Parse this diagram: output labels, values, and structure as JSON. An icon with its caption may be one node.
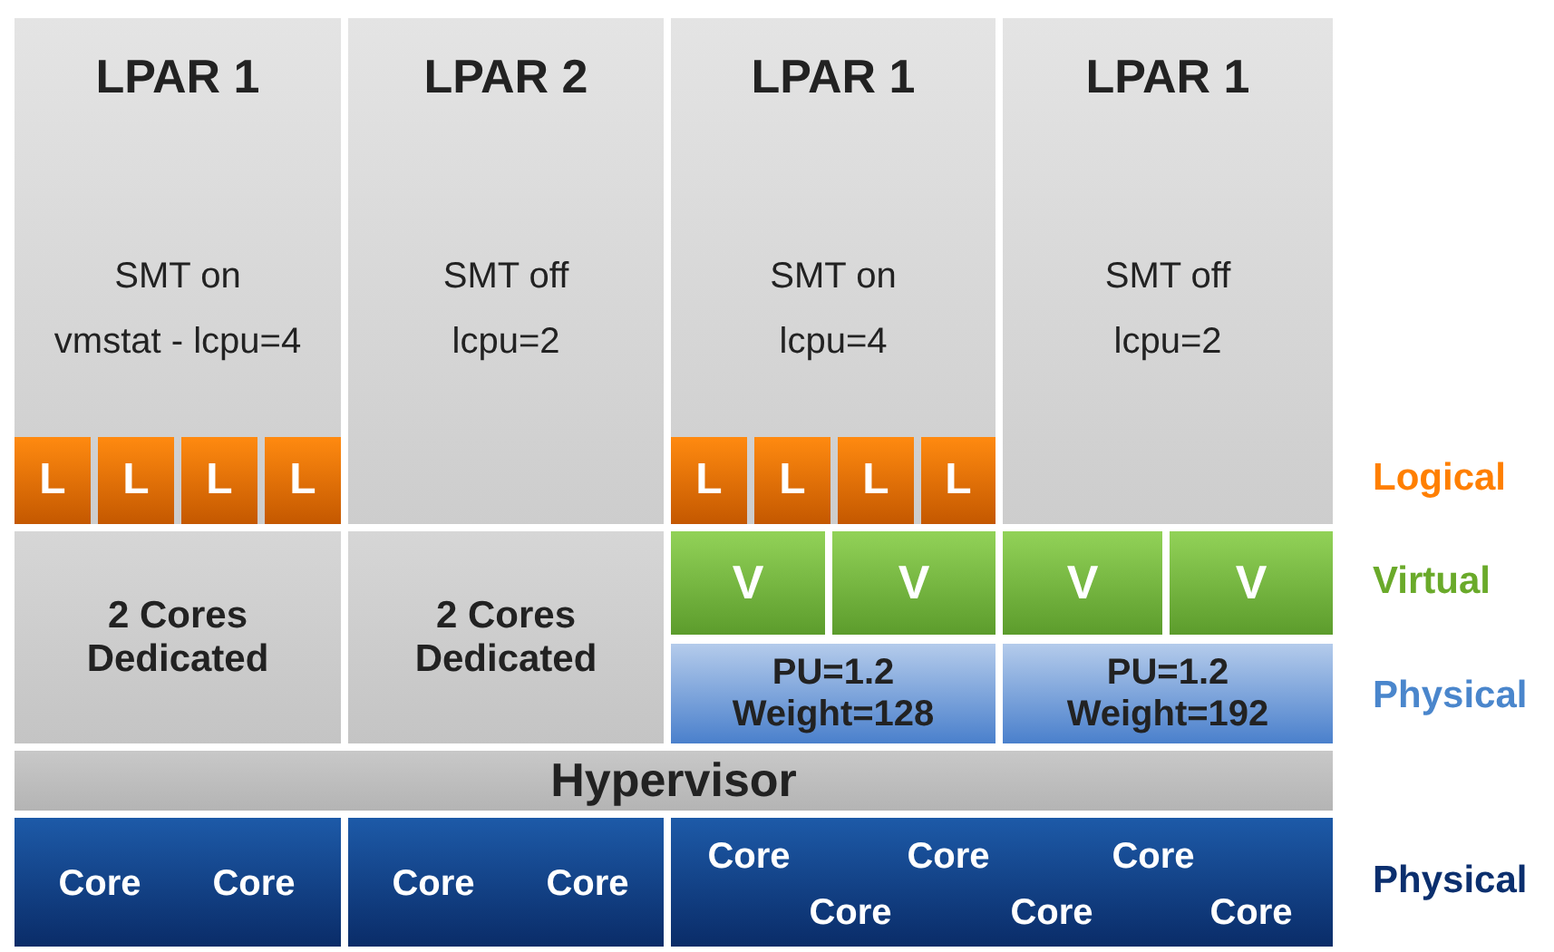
{
  "diagram": {
    "nodes": [
      {
        "text": [
          "LPAR 1",
          "SMT on",
          "vmstat - lcpu=4"
        ]
      },
      {
        "text": [
          "L"
        ],
        "in": 0
      },
      {
        "text": [
          "L"
        ],
        "in": 0
      },
      {
        "text": [
          "L"
        ],
        "in": 0
      },
      {
        "text": [
          "L"
        ],
        "in": 0
      },
      {
        "text": [
          "LPAR 2",
          "SMT off",
          "lcpu=2"
        ]
      },
      {
        "text": [
          "LPAR 1",
          "SMT on",
          "lcpu=4"
        ]
      },
      {
        "text": [
          "L"
        ],
        "in": 6
      },
      {
        "text": [
          "L"
        ],
        "in": 6
      },
      {
        "text": [
          "L"
        ],
        "in": 6
      },
      {
        "text": [
          "L"
        ],
        "in": 6
      },
      {
        "text": [
          "LPAR 1",
          "SMT off",
          "lcpu=2"
        ]
      },
      {
        "text": [
          "2 Cores Dedicated"
        ]
      },
      {
        "text": [
          "2 Cores Dedicated"
        ]
      },
      {
        "text": [
          "V"
        ]
      },
      {
        "text": [
          "V"
        ]
      },
      {
        "text": [
          "V"
        ]
      },
      {
        "text": [
          "V"
        ]
      },
      {
        "text": [
          "PU=1.2 Weight=128"
        ]
      },
      {
        "text": [
          "PU=1.2 Weight=192"
        ]
      },
      {
        "text": [
          "Hypervisor"
        ]
      },
      {
        "text": [
          "Core",
          "Core"
        ]
      },
      {
        "text": [
          "Core",
          "Core"
        ]
      },
      {
        "text": [
          "Core",
          "Core",
          "Core",
          "Core",
          "Core",
          "Core"
        ]
      }
    ],
    "labels": [
      "Logical",
      "Virtual",
      "Physical",
      "Physical"
    ]
  }
}
